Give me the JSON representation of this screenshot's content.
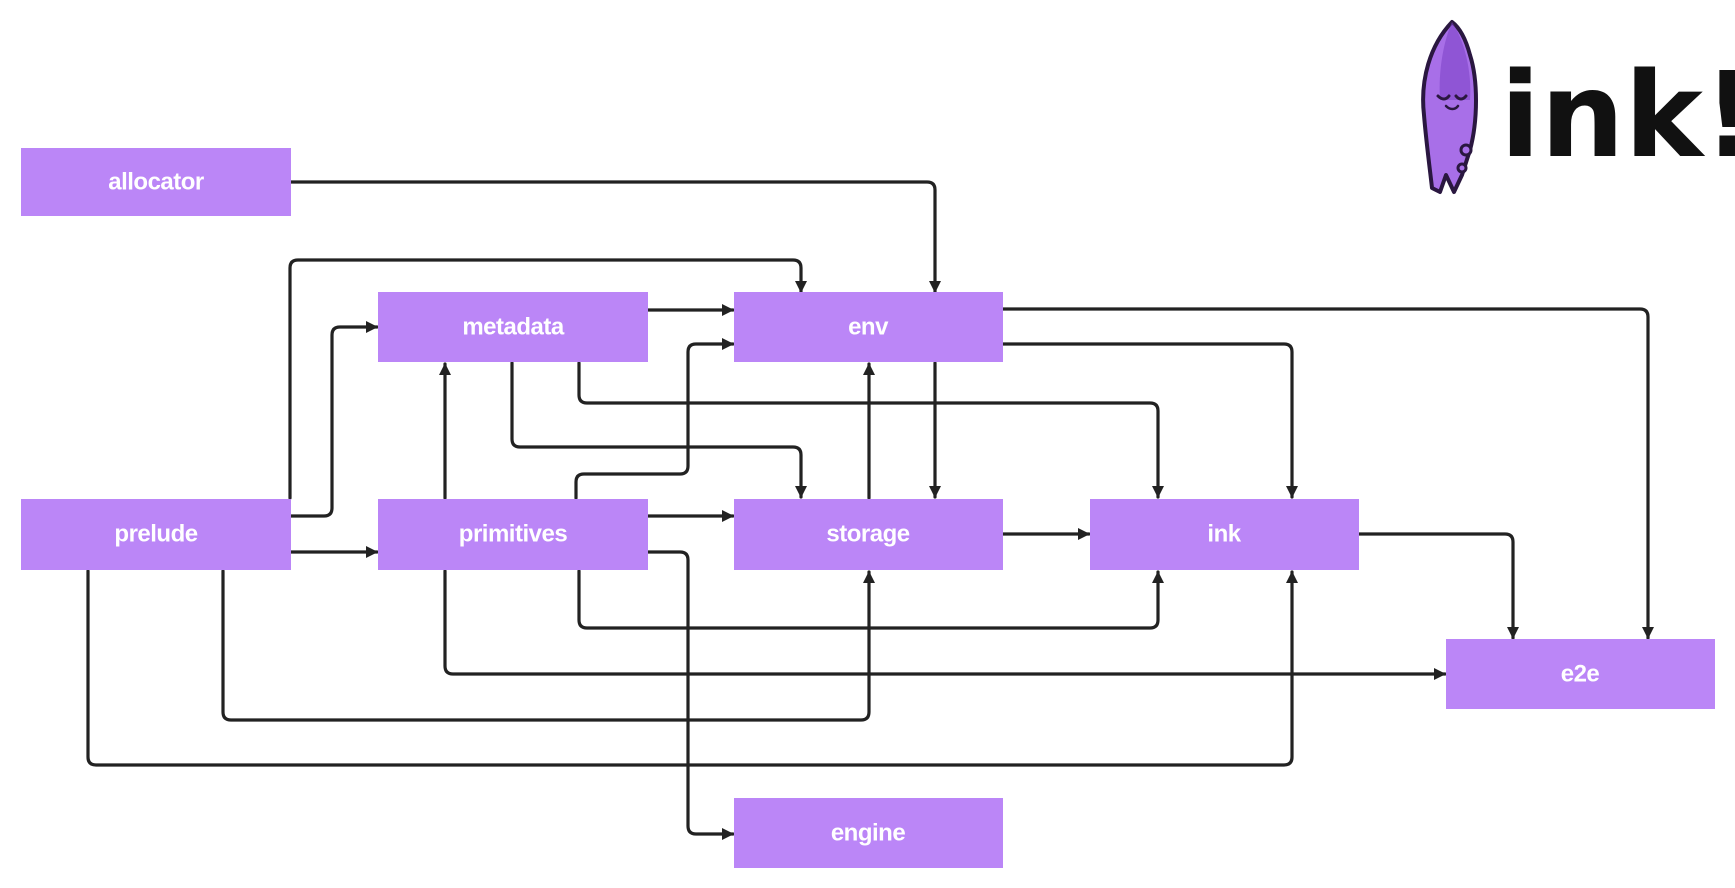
{
  "diagram": {
    "nodes": {
      "allocator": "allocator",
      "metadata": "metadata",
      "env": "env",
      "prelude": "prelude",
      "primitives": "primitives",
      "storage": "storage",
      "ink": "ink",
      "e2e": "e2e",
      "engine": "engine"
    },
    "edges": [
      [
        "allocator",
        "env"
      ],
      [
        "prelude",
        "env"
      ],
      [
        "prelude",
        "metadata"
      ],
      [
        "prelude",
        "primitives"
      ],
      [
        "prelude",
        "storage"
      ],
      [
        "prelude",
        "ink"
      ],
      [
        "metadata",
        "env"
      ],
      [
        "metadata",
        "storage"
      ],
      [
        "metadata",
        "ink"
      ],
      [
        "primitives",
        "metadata"
      ],
      [
        "primitives",
        "env"
      ],
      [
        "primitives",
        "storage"
      ],
      [
        "primitives",
        "ink"
      ],
      [
        "primitives",
        "e2e"
      ],
      [
        "primitives",
        "engine"
      ],
      [
        "storage",
        "env"
      ],
      [
        "storage",
        "ink"
      ],
      [
        "env",
        "storage"
      ],
      [
        "env",
        "ink"
      ],
      [
        "env",
        "e2e"
      ],
      [
        "ink",
        "e2e"
      ]
    ]
  },
  "logo": {
    "text": "ink!",
    "mascot": "squid-mascot-icon",
    "colors": {
      "mascot": "#a86fe8",
      "text": "#111111"
    }
  },
  "colors": {
    "node": "#bb86f7",
    "node_text": "#ffffff",
    "edge": "#222222"
  }
}
